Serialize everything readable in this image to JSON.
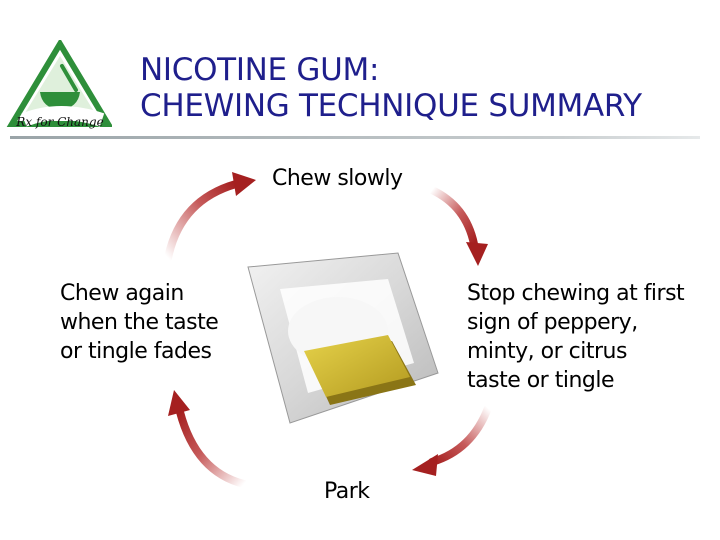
{
  "logo": {
    "text": "Rx for Change"
  },
  "title": {
    "line1": "NICOTINE GUM:",
    "line2": "CHEWING TECHNIQUE SUMMARY"
  },
  "steps": {
    "top": {
      "lines": [
        "Chew slowly"
      ]
    },
    "right": {
      "lines": [
        "Stop chewing at first",
        "sign of peppery,",
        "minty, or citrus",
        "taste or tingle"
      ]
    },
    "bottom": {
      "lines": [
        "Park"
      ]
    },
    "left": {
      "lines": [
        "Chew again",
        "when the taste",
        "or tingle fades"
      ]
    }
  },
  "colors": {
    "title": "#1f1f8c",
    "arrow": "#a52020",
    "logo_green": "#2e8f3a",
    "gum_yellow": "#d8c238"
  },
  "icons": [
    "mortar-pestle-icon",
    "cycle-arrow-icon"
  ]
}
